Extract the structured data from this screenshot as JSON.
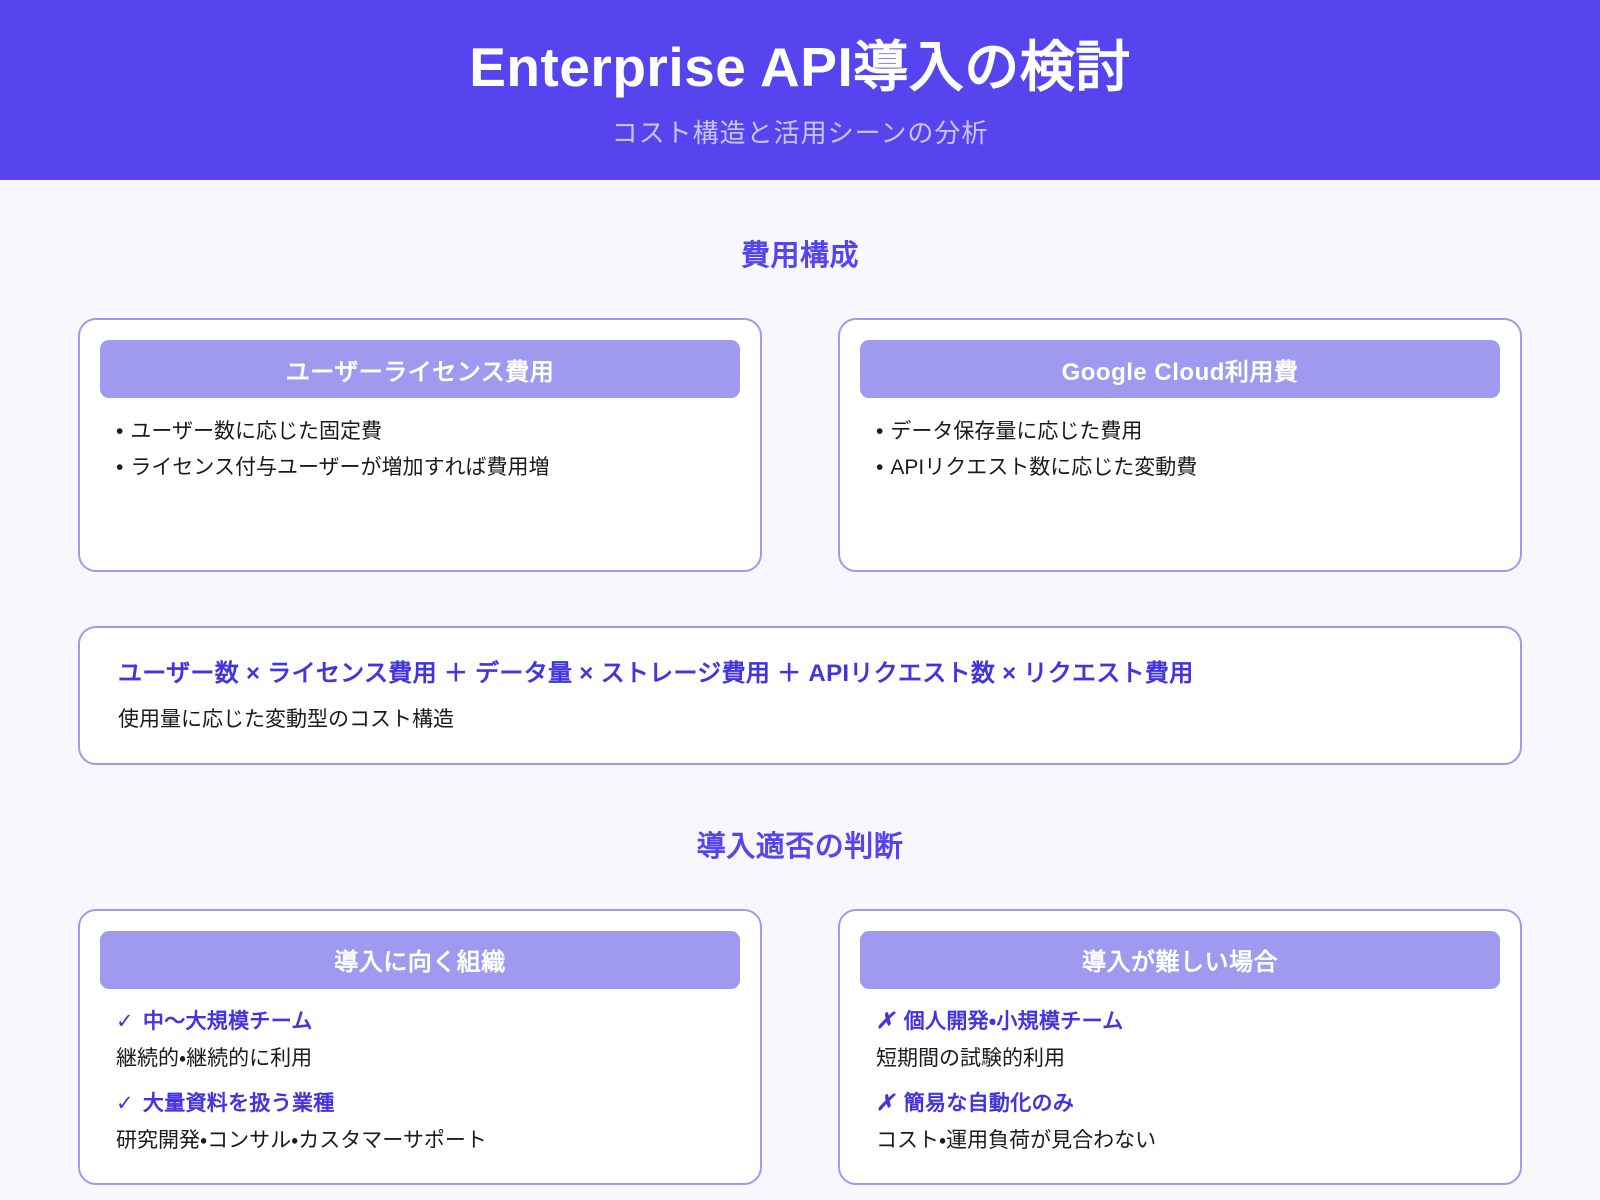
{
  "header": {
    "title": "Enterprise API導入の検討",
    "subtitle": "コスト構造と活用シーンの分析",
    "bg_color": "#5645ee"
  },
  "theme": {
    "page_bg": "#f8f7fe",
    "accent": "#5645ee",
    "ribbon": "#a099f0",
    "formula_text": "#4433e0",
    "card_border": "#a099f0",
    "card_bg": "#ffffff"
  },
  "sections": {
    "cost": {
      "heading": "費用構成",
      "cards": [
        {
          "title": "ユーザーライセンス費用",
          "bullets": [
            "ユーザー数に応じた固定費",
            "ライセンス付与ユーザーが増加すれば費用増"
          ]
        },
        {
          "title": "Google Cloud利用費",
          "bullets": [
            "データ保存量に応じた費用",
            "APIリクエスト数に応じた変動費"
          ]
        }
      ],
      "formula": {
        "expression": "ユーザー数 × ライセンス費用 ＋ データ量 × ストレージ費用 ＋ APIリクエスト数 × リクエスト費用",
        "caption": "使用量に応じた変動型のコスト構造"
      }
    },
    "verdict": {
      "heading": "導入適否の判断",
      "cards": [
        {
          "title": "導入に向く組織",
          "mark": "✓",
          "mark_name": "check-icon",
          "items": [
            {
              "title": "中〜大規模チーム",
              "desc": "継続的・継続的に利用"
            },
            {
              "title": "大量資料を扱う業種",
              "desc": "研究開発・コンサル・カスタマーサポート"
            }
          ]
        },
        {
          "title": "導入が難しい場合",
          "mark": "✗",
          "mark_name": "cross-icon",
          "items": [
            {
              "title": "個人開発・小規模チーム",
              "desc": "短期間の試験的利用"
            },
            {
              "title": "簡易な自動化のみ",
              "desc": "コスト・運用負荷が見合わない"
            }
          ]
        }
      ]
    }
  },
  "bullet_symbol": "•"
}
